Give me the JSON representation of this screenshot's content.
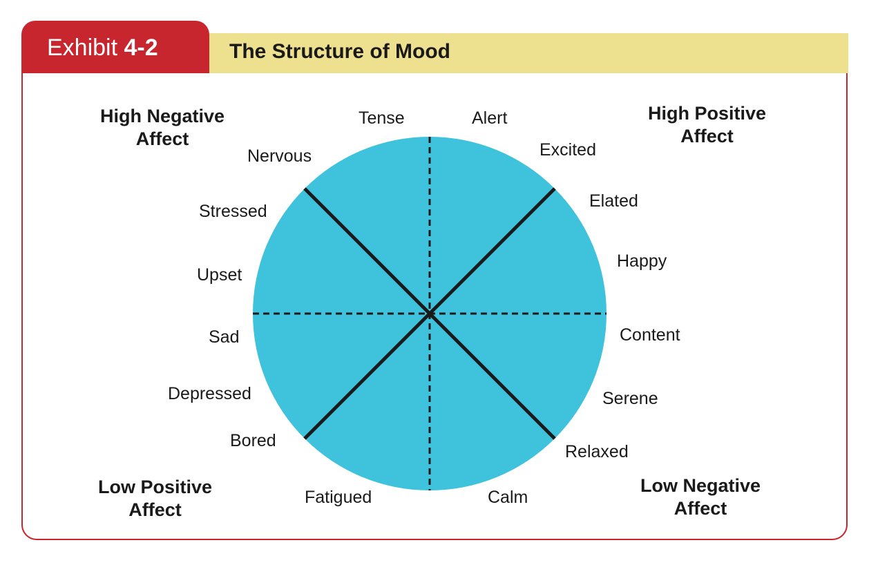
{
  "header": {
    "exhibit_prefix": "Exhibit",
    "exhibit_number": "4-2",
    "title": "The Structure of Mood"
  },
  "colors": {
    "accent_red": "#c8262f",
    "title_bar_yellow": "#ede08f",
    "wheel_fill": "#3fc2dc",
    "line_color": "#1a1a1a"
  },
  "quadrants": {
    "top_left": {
      "line1": "High Negative",
      "line2": "Affect"
    },
    "top_right": {
      "line1": "High Positive",
      "line2": "Affect"
    },
    "bottom_left": {
      "line1": "Low Positive",
      "line2": "Affect"
    },
    "bottom_right": {
      "line1": "Low Negative",
      "line2": "Affect"
    }
  },
  "moods": {
    "tense": "Tense",
    "alert": "Alert",
    "nervous": "Nervous",
    "excited": "Excited",
    "stressed": "Stressed",
    "elated": "Elated",
    "upset": "Upset",
    "happy": "Happy",
    "sad": "Sad",
    "content": "Content",
    "depressed": "Depressed",
    "serene": "Serene",
    "bored": "Bored",
    "relaxed": "Relaxed",
    "fatigued": "Fatigued",
    "calm": "Calm"
  }
}
